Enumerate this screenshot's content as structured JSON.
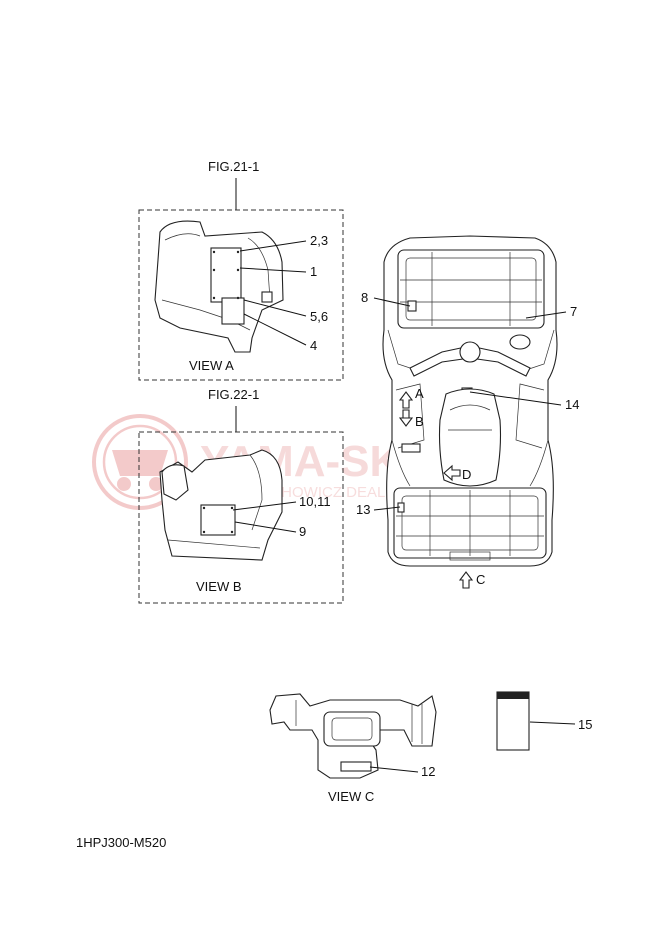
{
  "figures": {
    "fig_a_ref": "FIG.21-1",
    "fig_b_ref": "FIG.22-1"
  },
  "views": {
    "view_a": "VIEW A",
    "view_b": "VIEW B",
    "view_c": "VIEW C"
  },
  "callouts": {
    "c1": "1",
    "c23": "2,3",
    "c4": "4",
    "c56": "5,6",
    "c7": "7",
    "c8": "8",
    "c9": "9",
    "c1011": "10,11",
    "c12": "12",
    "c13": "13",
    "c14": "14",
    "c15": "15"
  },
  "arrows": {
    "a": "A",
    "b": "B",
    "c": "C",
    "d": "D"
  },
  "watermark": {
    "brand": "YAMA-SKLEP.PL",
    "dealer": "WOJCIECHOWICZ DEALER YAMAHA"
  },
  "diagram_code": "1HPJ300-M520"
}
